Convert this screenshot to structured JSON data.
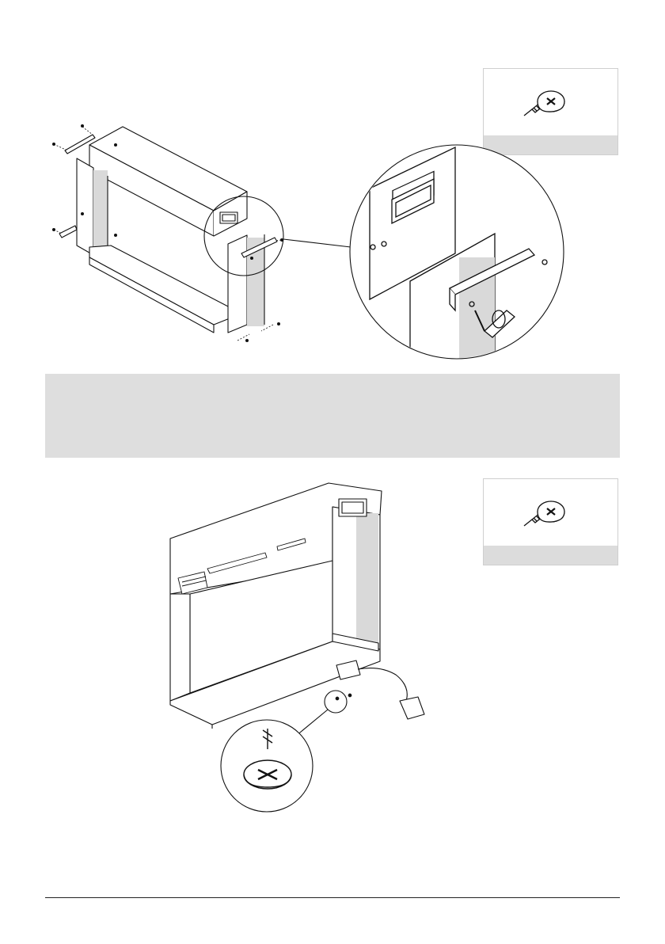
{
  "top_section": {
    "screw_box": {
      "caption": ""
    },
    "figure": {
      "icon": "exploded-assembly-drawing"
    },
    "detail": {
      "icon": "magnified-bracket-detail"
    }
  },
  "instruction_band": {
    "text": ""
  },
  "bottom_section": {
    "screw_box": {
      "caption": ""
    },
    "figure": {
      "icon": "fireplace-unit-drawing"
    },
    "detail": {
      "icon": "magnified-screw-detail"
    }
  },
  "footer": {
    "text": ""
  }
}
